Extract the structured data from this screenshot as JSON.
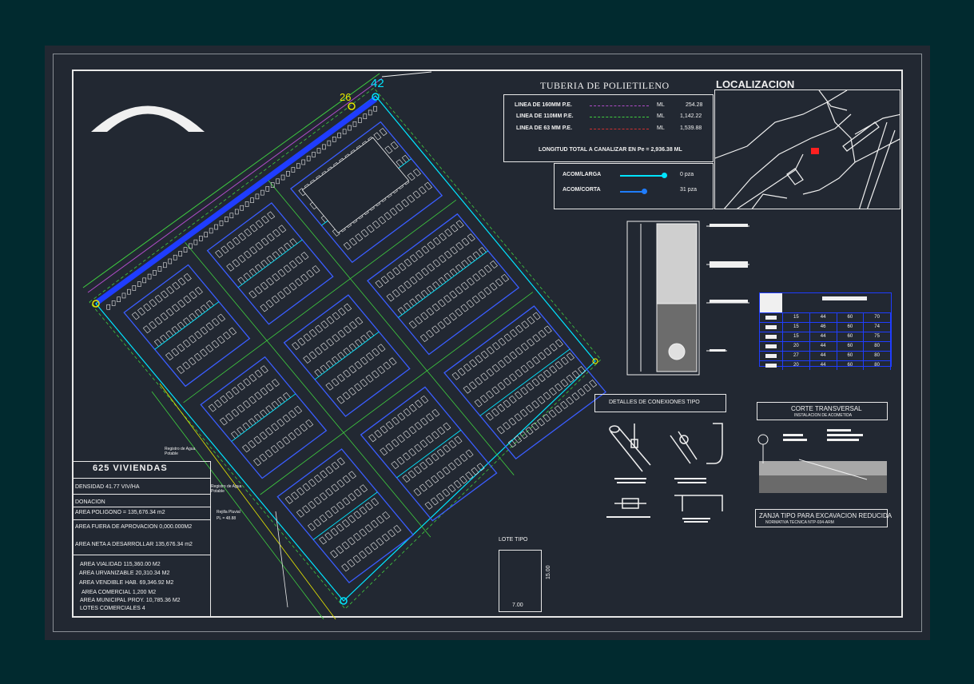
{
  "node_labels": {
    "n42": "42",
    "n26": "26"
  },
  "pipe_table": {
    "title": "TUBERIA DE POLIETILENO",
    "rows": [
      {
        "label": "LINEA DE 160MM P.E.",
        "unit": "ML",
        "value": "254.28",
        "color": "#b04cc8"
      },
      {
        "label": "LINEA DE 110MM P.E.",
        "unit": "ML",
        "value": "1,142.22",
        "color": "#3fcf3f"
      },
      {
        "label": "LINEA DE 63 MM P.E.",
        "unit": "ML",
        "value": "1,539.88",
        "color": "#d03030"
      }
    ],
    "total": "LONGITUD TOTAL A CANALIZAR EN Pe  =  2,936.38 ML"
  },
  "acometidas": [
    {
      "label": "ACOM/LARGA",
      "value": "0 pza",
      "color": "#00e5ff"
    },
    {
      "label": "ACOM/CORTA",
      "value": "31 pza",
      "color": "#1f7dff"
    }
  ],
  "localizacion": {
    "title": "LOCALIZACION"
  },
  "depth_table": {
    "rows": [
      [
        "15",
        "44",
        "60",
        "70"
      ],
      [
        "15",
        "46",
        "60",
        "74"
      ],
      [
        "15",
        "44",
        "60",
        "75"
      ],
      [
        "20",
        "44",
        "60",
        "80"
      ],
      [
        "27",
        "44",
        "60",
        "80"
      ],
      [
        "20",
        "44",
        "60",
        "80"
      ]
    ]
  },
  "detalles": {
    "title": "DETALLES DE CONEXIONES TIPO"
  },
  "corte": {
    "title": "CORTE TRANSVERSAL",
    "subtitle": "INSTALACION DE ACOMETIDA"
  },
  "zanja": {
    "title": "ZANJA TIPO PARA EXCAVACION REDUCIDA",
    "subtitle": "NORMATIVA TECNICA          NTP-034-ARM"
  },
  "lote": {
    "title": "LOTE  TIPO",
    "width": "7.00",
    "height": "15.00"
  },
  "summary": {
    "title": "625 VIVIENDAS",
    "densidad": "DENSIDAD 41.77 VIV/HA",
    "donacion": "DONACION",
    "area_poligono": "AREA POLIGONO = 135,676.34  m2",
    "area_fuera": "AREA FUERA DE APROVACION 0,000.000M2",
    "area_neta": "AREA NETA A DESARROLLAR 135,676.34 m2",
    "lines": [
      "AREA VIALIDAD 115,360.00 M2",
      "AREA URVANIZABLE 20,310.34 M2",
      "AREA VENDIBLE HAB. 69,346.92 M2",
      "AREA COMERCIAL 1,200 M2",
      "AREA MUNICIPAL PROY. 10,785.36 M2",
      "LOTES COMERCIALES      4"
    ]
  },
  "annotations": {
    "registro1": "Registro de Agua Potable",
    "registro2": "Registro de Agua Potable",
    "rejilla": "Rejilla Pluvial",
    "pluvial": "PL = 48.88"
  },
  "colors": {
    "background": "#012a2f",
    "sheet": "#222832",
    "water_main": "#1f3dff",
    "accent_cyan": "#00e5ff",
    "accent_green": "#3fcf3f",
    "lots": "#e8e8e8"
  }
}
